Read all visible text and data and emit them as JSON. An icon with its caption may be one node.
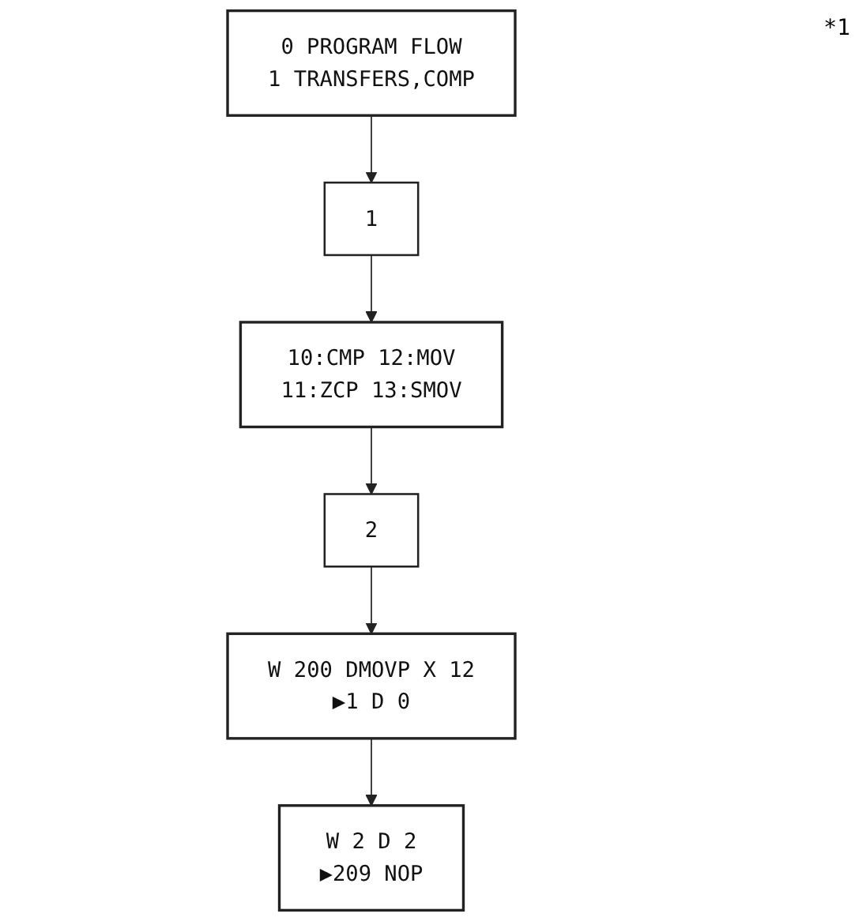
{
  "diagram": {
    "nodes": [
      {
        "text": [
          "0 PROGRAM FLOW",
          "1 TRANSFERS,COMP"
        ]
      },
      {
        "text": [
          "1"
        ]
      },
      {
        "text": [
          "10:CMP 12:MOV",
          "11:ZCP 13:SMOV"
        ]
      },
      {
        "text": [
          "2"
        ]
      },
      {
        "text": [
          "W 200 DMOVP X 12",
          "▶1 D 0"
        ]
      },
      {
        "text": [
          "W 2 D 2",
          "▶209 NOP"
        ]
      }
    ],
    "edges": [
      {
        "from": 0,
        "to": 1,
        "arrow": "to"
      },
      {
        "from": 1,
        "to": 2,
        "arrow": "to"
      },
      {
        "from": 2,
        "to": 3,
        "arrow": "to"
      },
      {
        "from": 3,
        "to": 4,
        "arrow": "to"
      },
      {
        "from": 4,
        "to": 5,
        "arrow": "to"
      }
    ],
    "labels": [
      "*1"
    ]
  }
}
